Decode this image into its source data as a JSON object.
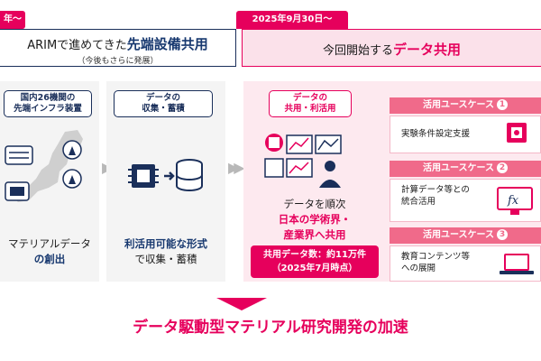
{
  "top": {
    "left_tag": "年～",
    "left_line1_prefix": "ARIMで進めてきた",
    "left_line1_emph": "先端設備共用",
    "left_line2": "（今後もさらに発展）",
    "right_tag": "2025年9月30日～",
    "right_line1_prefix": "今回開始する",
    "right_line1_emph": "データ共用"
  },
  "stages": [
    {
      "head_l1": "国内26機関の",
      "head_l2": "先端インフラ装置",
      "cap_l1": "マテリアルデータ",
      "cap_l2_emph": "の創出",
      "cap_l2_prefix": ""
    },
    {
      "head_l1": "データの",
      "head_l2": "収集・蓄積",
      "cap_l1_emph": "利活用可能な形式",
      "cap_l2": "で収集・蓄積"
    },
    {
      "head_l1": "データの",
      "head_l2": "共用・利活用",
      "cap_l1": "データを順次",
      "cap_l2_emph": "日本の学術界・",
      "cap_l3_emph": "産業界へ共用"
    }
  ],
  "count": {
    "line1": "共用データ数：約11万件",
    "line2": "（2025年7月時点）"
  },
  "use_cases": [
    {
      "head": "活用ユースケース",
      "num": "1",
      "l1": "実験条件設定支援",
      "l2": ""
    },
    {
      "head": "活用ユースケース",
      "num": "2",
      "l1": "計算データ等との",
      "l2": "統合活用"
    },
    {
      "head": "活用ユースケース",
      "num": "3",
      "l1": "教育コンテンツ等",
      "l2": "への展開"
    }
  ],
  "bottom_title": "データ駆動型マテリアル研究開発の加速",
  "icons": [
    "map-of-japan-icon",
    "microscope-icon",
    "server-icon",
    "chip-icon",
    "database-icon",
    "monitor-dashboard-icon",
    "user-icon",
    "chip-icon",
    "fx-monitor-icon",
    "laptop-icon"
  ],
  "colors": {
    "accent": "#e6005c",
    "navy": "#1a2f5a",
    "pink_bg": "#fde9ef",
    "uc_head": "#f06a8a"
  }
}
